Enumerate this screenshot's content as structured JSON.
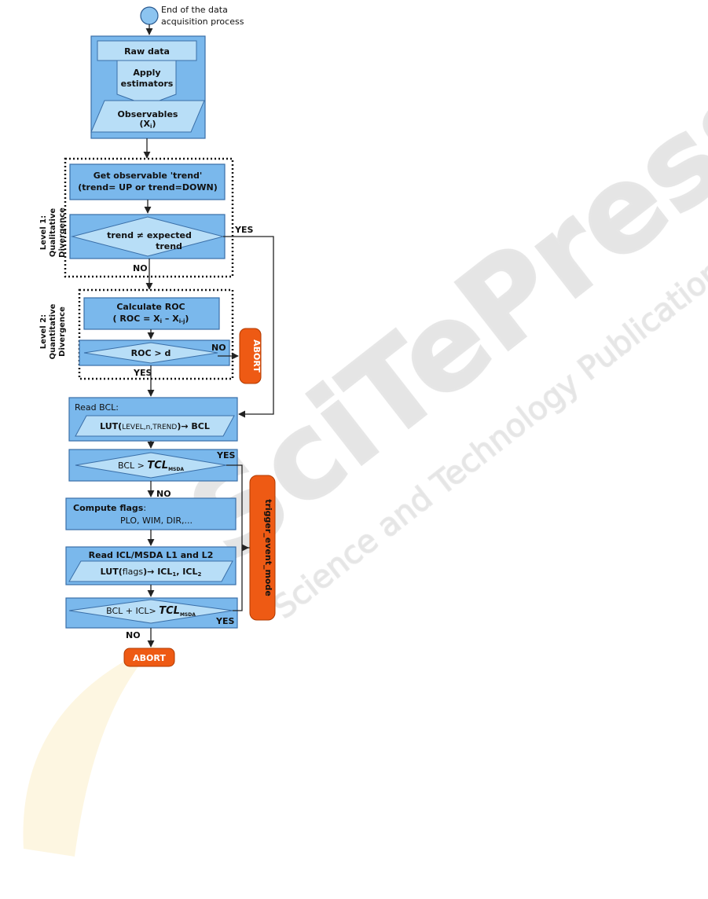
{
  "colors": {
    "box_fill": "#7ab8ec",
    "box_stroke": "#3a6fa8",
    "inner_fill": "#b8def7",
    "abort_fill": "#ee5a14",
    "line": "#333333"
  },
  "start": {
    "line1": "End of the data",
    "line2": "acquisition process"
  },
  "block_acquisition": {
    "raw_data": "Raw data",
    "apply_line1": "Apply",
    "apply_line2": "estimators",
    "observables_line1": "Observables",
    "observables_line2": "(X",
    "observables_sub": "i",
    "observables_close": ")"
  },
  "level1": {
    "label_line1": "Level 1:",
    "label_line2": "Qualitative",
    "label_line3": "Divergence",
    "trend_line1": "Get observable 'trend'",
    "trend_line2": "(trend= UP or trend=DOWN)",
    "decision_line1": "trend ≠ expected",
    "decision_line2": "trend",
    "yes": "YES",
    "no": "NO"
  },
  "level2": {
    "label_line1": "Level 2:",
    "label_line2": "Quantitative",
    "label_line3": "Divergence",
    "roc_line1": "Calculate ROC",
    "roc_line2": "( ROC = X",
    "roc_sub1": "i",
    "roc_mid": " – X",
    "roc_sub2": "i-j",
    "roc_close": ")",
    "decision": "ROC > d",
    "no": "NO",
    "yes": "YES",
    "abort": "ABORT"
  },
  "bcl": {
    "title": "Read BCL:",
    "lut_part1": "LUT(",
    "lut_args": "LEVEL,n,TREND",
    "lut_part2": ")→ BCL",
    "decision_prefix": "BCL > ",
    "decision_tcl": "TCL",
    "decision_sub": "MSDA",
    "yes": "YES",
    "no": "NO"
  },
  "flags": {
    "title_bold": "Compute flags",
    "title_rest": ":",
    "line2": "PLO, WIM, DIR,..."
  },
  "icl": {
    "title": "Read ICL/MSDA L1 and L2",
    "lut_part1": "LUT(",
    "lut_args": "flags",
    "lut_part2": ")→ ICL",
    "sub1": "1",
    "mid": ", ICL",
    "sub2": "2",
    "decision_prefix": "BCL + ICL> ",
    "decision_tcl": "TCL",
    "decision_sub": "MSDA",
    "yes": "YES",
    "no": "NO"
  },
  "trigger": "trigger_event_mode",
  "abort_bottom": "ABORT",
  "watermark": {
    "line1": "SciTePress",
    "line2": "Science and Technology Publications"
  }
}
